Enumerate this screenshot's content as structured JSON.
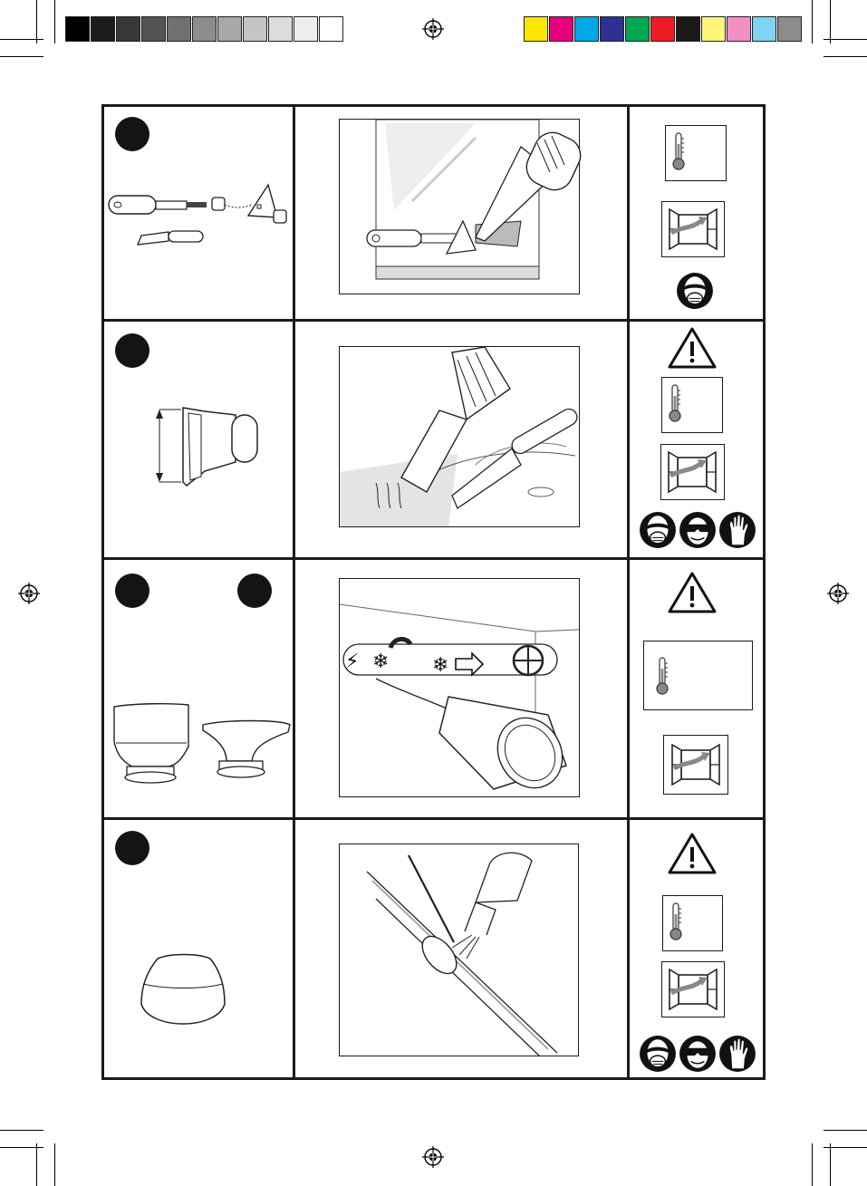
{
  "print_marks": {
    "grayscale_bar": [
      "#000000",
      "#1c1c1c",
      "#383838",
      "#545454",
      "#707070",
      "#8c8c8c",
      "#a8a8a8",
      "#c4c4c4",
      "#dcdcdc",
      "#eeeeee",
      "#ffffff"
    ],
    "color_bar": [
      "#ffe600",
      "#e5007e",
      "#00a8e6",
      "#2e3192",
      "#00a650",
      "#ed1c24",
      "#1a1a1a",
      "#fff57a",
      "#f38fc4",
      "#7fd3f5",
      "#8c8c8c"
    ]
  },
  "rows": [
    {
      "step_badges": 1,
      "left_icon": "scraper-nozzle-kit-icon",
      "scene_icon": "window-paint-scraping-icon",
      "symbols": [
        "thermometer-icon",
        "ventilated-window-icon",
        "face-mask-icon"
      ],
      "warning": false
    },
    {
      "step_badges": 1,
      "left_icon": "surface-nozzle-icon",
      "scene_icon": "paint-stripping-icon",
      "symbols": [
        "warning-triangle-icon",
        "thermometer-icon",
        "ventilated-window-icon",
        "face-mask-icon",
        "goggles-icon",
        "glove-icon"
      ],
      "warning": true
    },
    {
      "step_badges": 2,
      "left_icon": "reflector-nozzles-icon",
      "scene_icon": "pipe-thawing-icon",
      "symbols": [
        "warning-triangle-icon",
        "thermometer-icon",
        "ventilated-window-icon"
      ],
      "warning": true
    },
    {
      "step_badges": 1,
      "left_icon": "reduction-nozzle-icon",
      "scene_icon": "pipe-soldering-icon",
      "symbols": [
        "warning-triangle-icon",
        "thermometer-icon",
        "ventilated-window-icon",
        "face-mask-icon",
        "goggles-icon",
        "glove-icon"
      ],
      "warning": true
    }
  ]
}
